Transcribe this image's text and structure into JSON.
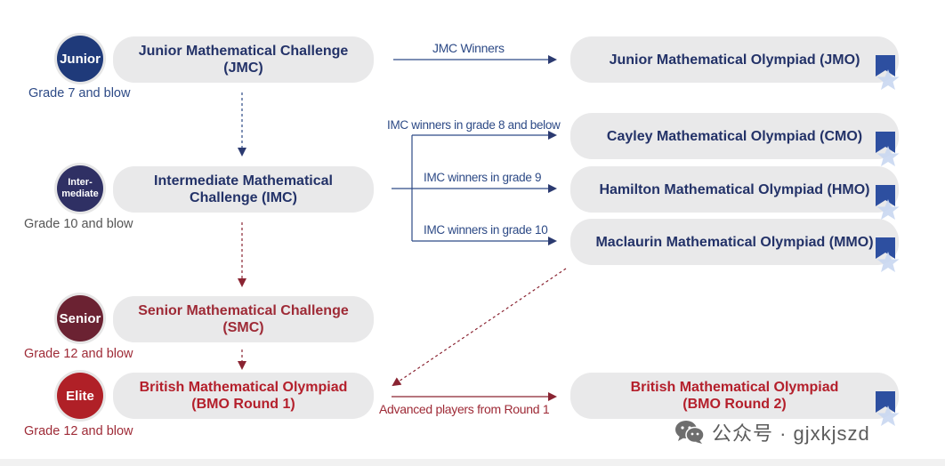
{
  "colors": {
    "junior": "#1f3a7a",
    "intermediate": "#2f3064",
    "senior": "#6b2232",
    "elite": "#b02027",
    "navy_text": "#233268",
    "red_text": "#9e2a36",
    "pill": "#e9e9ea",
    "badge": "#2d4fa0",
    "star": "#c9d7f1"
  },
  "levels": [
    {
      "badge": "Junior",
      "grade": "Grade 7 and blow",
      "challenge": "Junior Mathematical Challenge\n(JMC)"
    },
    {
      "badge": "Inter-\nmediate",
      "grade": "Grade 10 and blow",
      "challenge": "Intermediate Mathematical\nChallenge (IMC)"
    },
    {
      "badge": "Senior",
      "grade": "Grade 12 and blow",
      "challenge": "Senior Mathematical Challenge\n(SMC)"
    },
    {
      "badge": "Elite",
      "grade": "Grade 12 and blow",
      "challenge": "British Mathematical Olympiad\n(BMO Round 1)"
    }
  ],
  "olympiads": [
    {
      "name": "Junior Mathematical Olympiad (JMO)"
    },
    {
      "name": "Cayley Mathematical Olympiad (CMO)"
    },
    {
      "name": "Hamilton Mathematical Olympiad (HMO)"
    },
    {
      "name": "Maclaurin Mathematical Olympiad (MMO)"
    },
    {
      "name": "British Mathematical Olympiad\n(BMO Round 2)"
    }
  ],
  "arrow_labels": {
    "jmc_winners": "JMC Winners",
    "imc_grade8": "IMC winners in grade 8 and below",
    "imc_grade9": "IMC winners in grade 9",
    "imc_grade10": "IMC winners in grade 10",
    "advanced": "Advanced players from Round 1"
  },
  "watermark": {
    "icon": "wechat-icon",
    "text": "公众号 · gjxkjszd"
  }
}
